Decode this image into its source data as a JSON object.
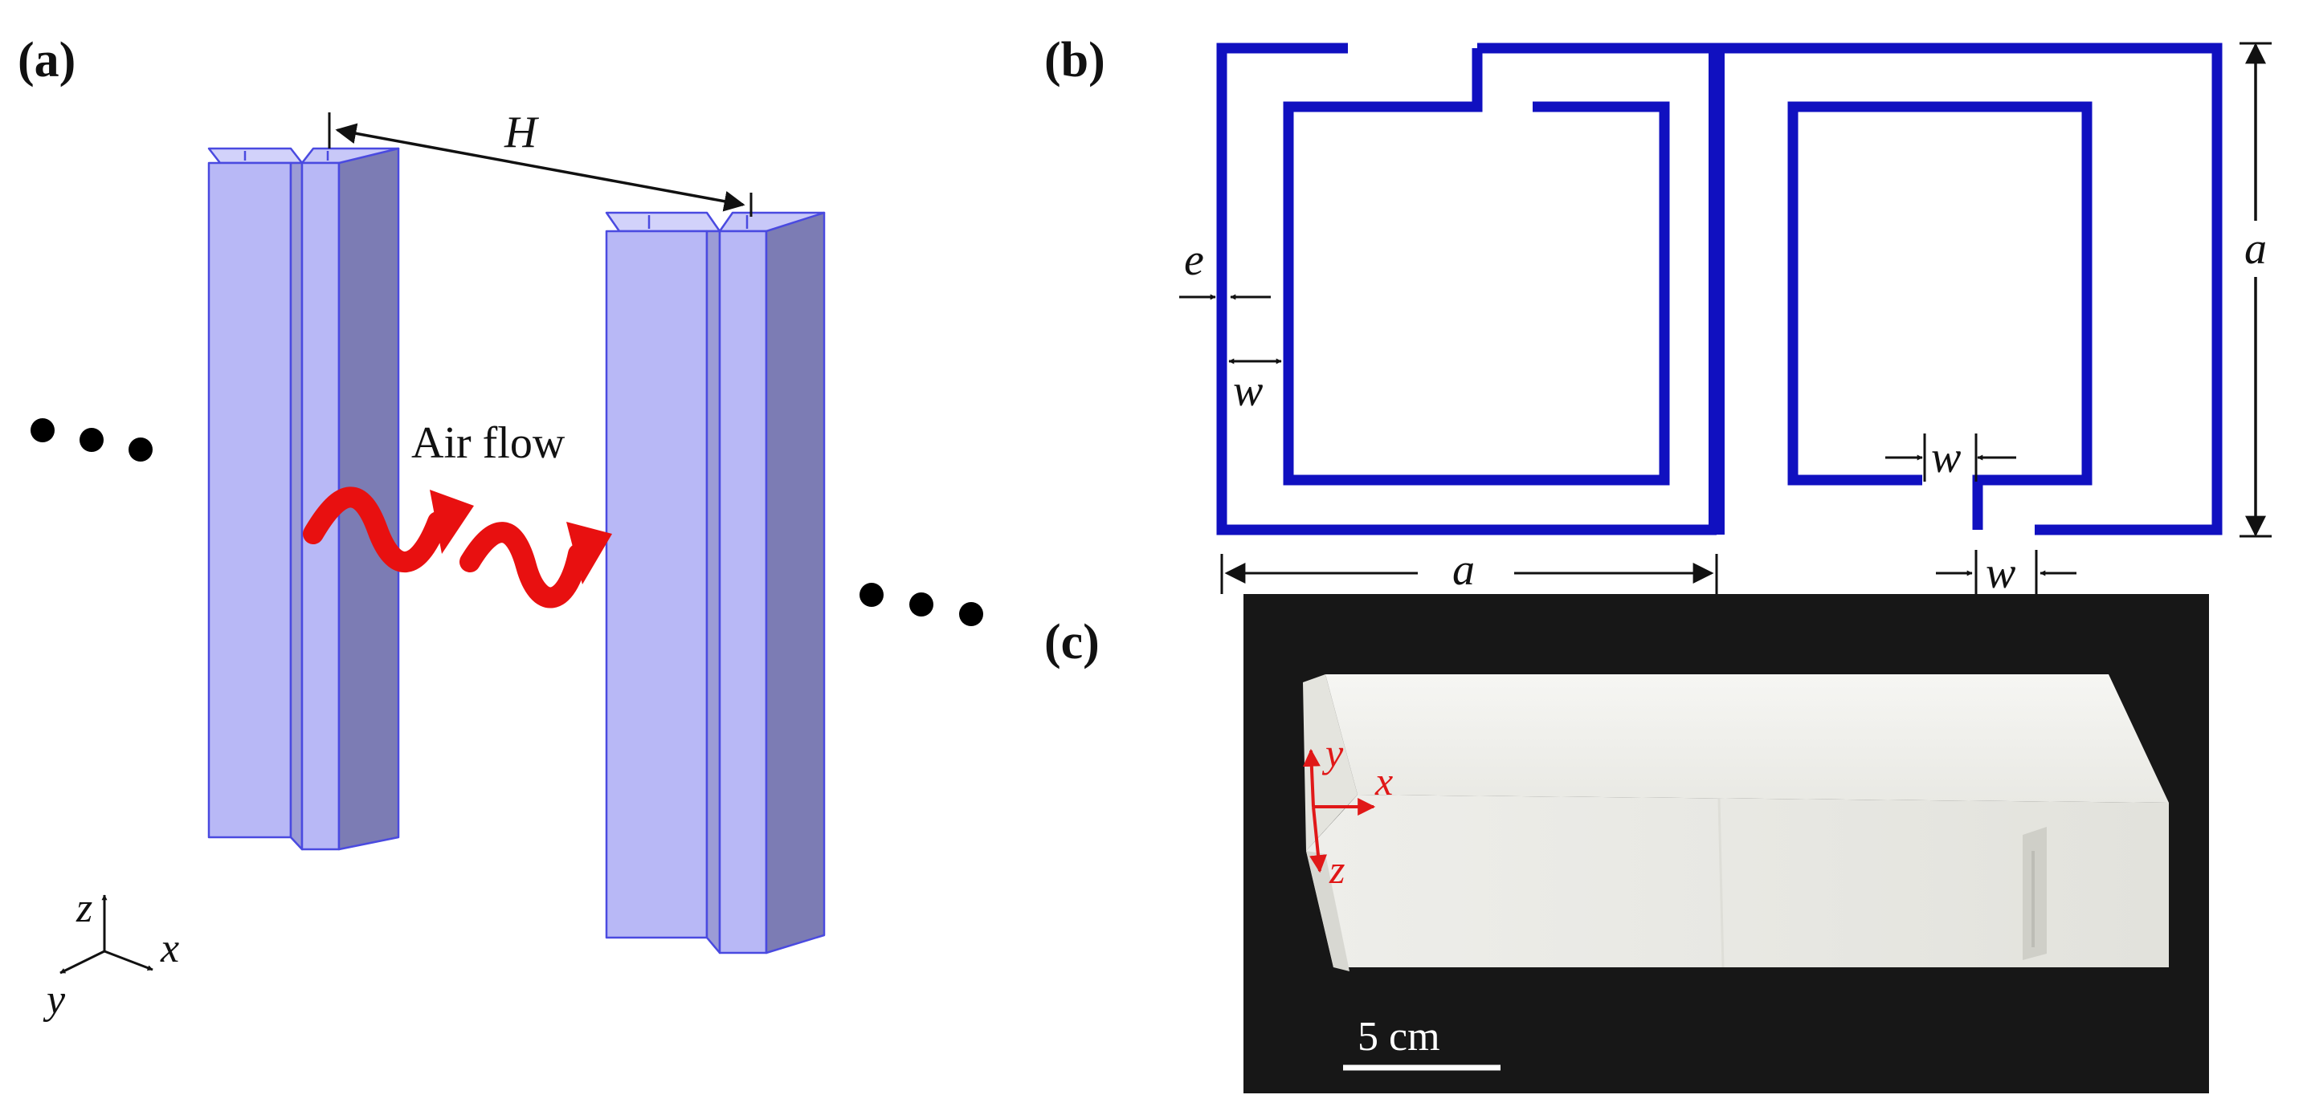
{
  "panels": {
    "a": {
      "label": "(a)",
      "dimension_label": "H",
      "flow_label": "Air flow",
      "axis_z": "z",
      "axis_x": "x",
      "axis_y": "y"
    },
    "b": {
      "label": "(b)",
      "dim_a_right": "a",
      "dim_a_bottom": "a",
      "dim_e": "e",
      "dim_w_left": "w",
      "dim_w_slot": "w",
      "dim_w_bottom": "w"
    },
    "c": {
      "label": "(c)",
      "axis_y": "y",
      "axis_x": "x",
      "axis_z": "z",
      "scale_bar": "5 cm"
    }
  },
  "colors": {
    "column_front": "#b8b8f6",
    "column_side": "#7c7cb4",
    "column_top": "#d2d2fa",
    "column_edge": "#4a4ae0",
    "resonator": "#1010c0",
    "flow_arrow": "#e81010",
    "axis_red": "#e01818",
    "photo_bg": "#141414",
    "block": "#f1f1ee"
  }
}
